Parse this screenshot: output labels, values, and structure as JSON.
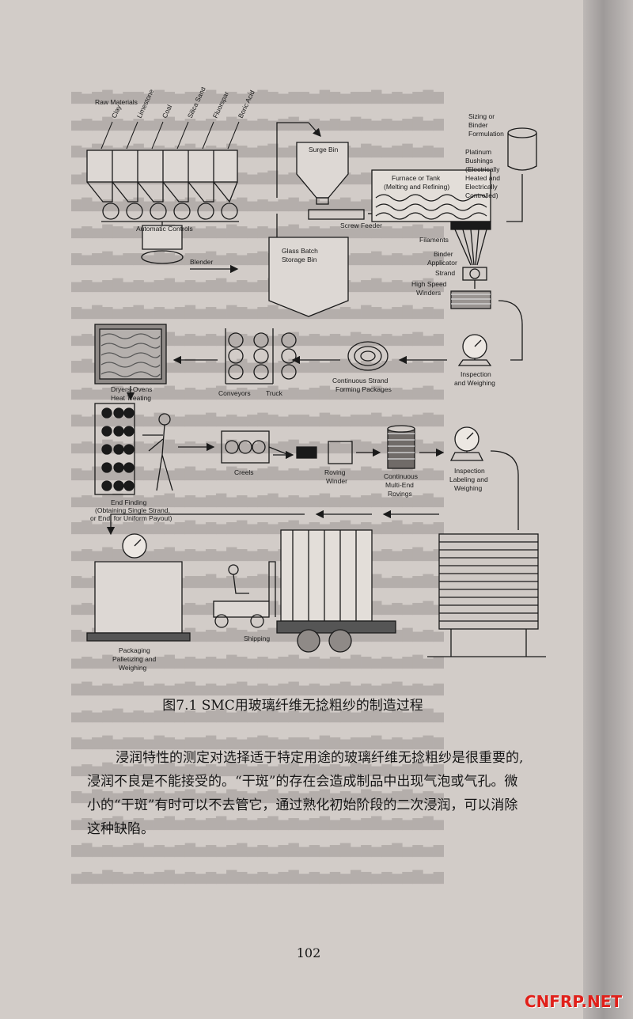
{
  "figure": {
    "labels": {
      "raw_materials": "Raw Materials",
      "materials": [
        "Clay",
        "Limestone",
        "Coal",
        "Silica Sand",
        "Fluorspar",
        "Boric Acid"
      ],
      "automatic_controls": "Automatic Controls",
      "blender": "Blender",
      "surge_bin": "Surge Bin",
      "screw_feeder": "Screw Feeder",
      "glass_batch": [
        "Glass Batch",
        "Storage Bin"
      ],
      "furnace": [
        "Furnace or Tank",
        "(Melting and Refining)"
      ],
      "sizing": [
        "Sizing or",
        "Binder",
        "Formulation"
      ],
      "bushings": [
        "Platinum",
        "Bushings",
        "(Electrically",
        "Heated and",
        "Electrically",
        "Controlled)"
      ],
      "filaments": "Filaments",
      "binder_applicator": [
        "Binder",
        "Applicator"
      ],
      "strand": "Strand",
      "winders": [
        "High Speed",
        "Winders"
      ],
      "dryers": [
        "Dryers-Ovens",
        "Heat Treating"
      ],
      "conveyors": "Conveyors",
      "truck": "Truck",
      "forming_packages": [
        "Continuous Strand",
        "Forming Packages"
      ],
      "inspection1": [
        "Inspection",
        "and Weighing"
      ],
      "end_finding": [
        "End Finding",
        "(Obtaining Single Strand,",
        "or End, for Uniform Payout)"
      ],
      "creels": "Creels",
      "roving_winder": [
        "Roving",
        "Winder"
      ],
      "multi_end": [
        "Continuous",
        "Multi-End",
        "Rovings"
      ],
      "inspection2": [
        "Inspection",
        "Labeling and",
        "Weighing"
      ],
      "packaging": [
        "Packaging",
        "Palletizing and",
        "Weighing"
      ],
      "shipping": "Shipping"
    }
  },
  "caption": "图7.1   SMC用玻璃纤维无捻粗纱的制造过程",
  "paragraph": [
    "浸润特性的测定对选择适于特定用途的玻璃纤维无捻粗纱是很重要的,",
    "浸润不良是不能接受的。“干斑”的存在会造成制品中出现气泡或气孔。微",
    "小的“干斑”有时可以不去管它，通过熟化初始阶段的二次浸润，可以消除",
    "这种缺陷。"
  ],
  "page_number": "102",
  "watermark": "CNFRP.NET"
}
